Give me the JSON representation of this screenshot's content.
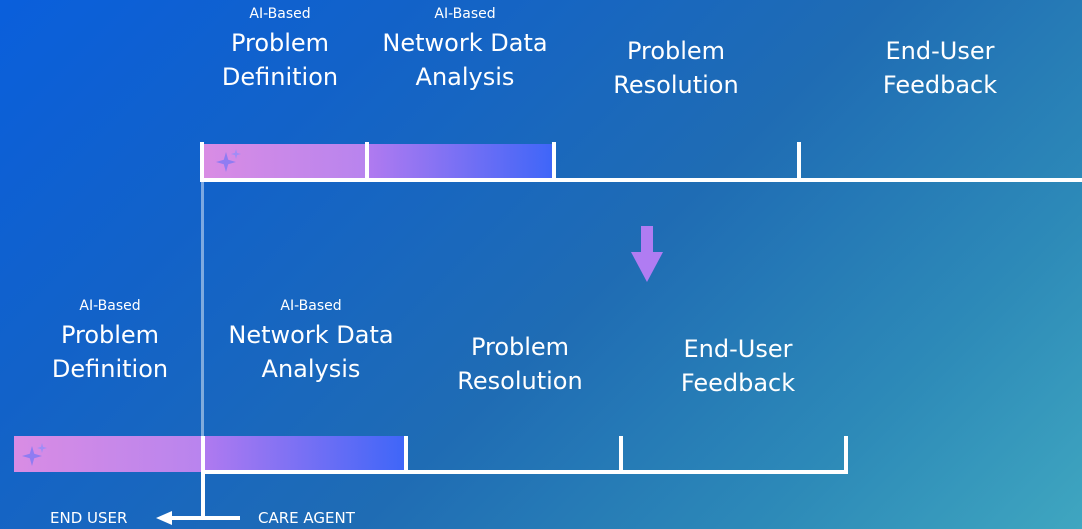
{
  "top_row": {
    "step1": {
      "tag": "AI-Based",
      "line1": "Problem",
      "line2": "Definition"
    },
    "step2": {
      "tag": "AI-Based",
      "line1": "Network Data",
      "line2": "Analysis"
    },
    "step3": {
      "line1": "Problem",
      "line2": "Resolution"
    },
    "step4": {
      "line1": "End-User",
      "line2": "Feedback"
    }
  },
  "bottom_row": {
    "step1": {
      "tag": "AI-Based",
      "line1": "Problem",
      "line2": "Definition"
    },
    "step2": {
      "tag": "AI-Based",
      "line1": "Network Data",
      "line2": "Analysis"
    },
    "step3": {
      "line1": "Problem",
      "line2": "Resolution"
    },
    "step4": {
      "line1": "End-User",
      "line2": "Feedback"
    }
  },
  "footer": {
    "end_user": "END USER",
    "care_agent": "CARE AGENT"
  },
  "icons": {
    "ai": "sparkle-icon",
    "transition": "down-arrow-icon",
    "handoff": "left-arrow-icon"
  },
  "colors": {
    "arrow": "#b07cf2",
    "segment_pink": "#d98ce4",
    "segment_blue": "#3f66f8"
  }
}
